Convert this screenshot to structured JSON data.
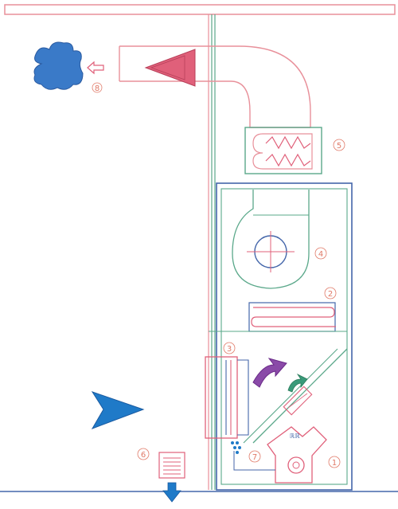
{
  "colors": {
    "wall_red": "#e8909a",
    "wall_green": "#5aa88a",
    "housing_blue": "#4466aa",
    "arrow_red": "#e0607a",
    "arrow_blue": "#1f7ac8",
    "arrow_purple": "#8a4aa8",
    "arrow_green": "#3a9a7a",
    "label_color": "#e07a68",
    "cloud_blue": "#3a7ac8"
  },
  "labels": {
    "l1": "1",
    "l2": "2",
    "l3": "3",
    "l4": "4",
    "l5": "5",
    "l6": "6",
    "l7": "7",
    "l8": "8"
  }
}
